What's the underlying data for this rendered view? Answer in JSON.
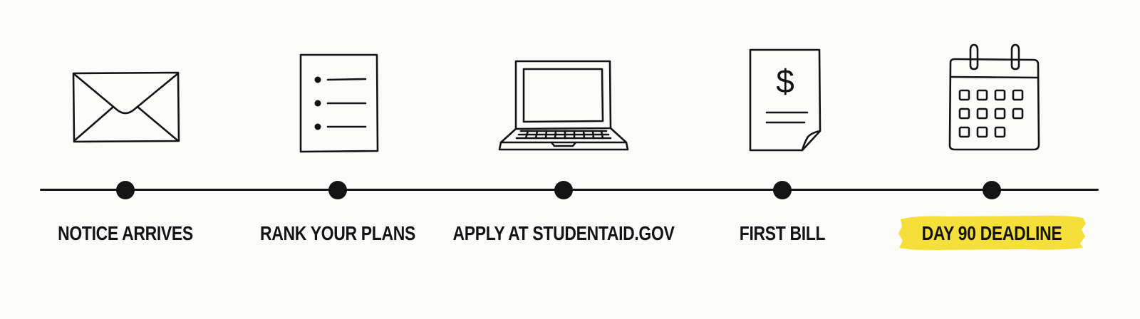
{
  "timeline": {
    "steps": [
      {
        "label": "NOTICE ARRIVES",
        "icon": "envelope-icon"
      },
      {
        "label": "RANK YOUR PLANS",
        "icon": "checklist-icon"
      },
      {
        "label": "APPLY AT STUDENTAID.GOV",
        "icon": "laptop-icon"
      },
      {
        "label": "FIRST BILL",
        "icon": "bill-icon",
        "symbol": "$"
      },
      {
        "label": "DAY 90 DEADLINE",
        "icon": "calendar-icon",
        "highlighted": true
      }
    ]
  },
  "colors": {
    "ink": "#141414",
    "highlight": "#f5df3a",
    "background": "#fbfbfa"
  }
}
